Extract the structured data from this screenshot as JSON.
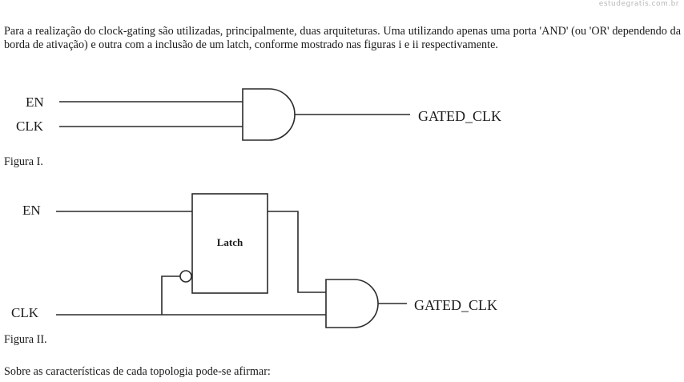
{
  "watermark": "estudegratis.com.br",
  "intro_text": "Para a realização do clock-gating são utilizadas, principalmente, duas arquiteturas. Uma utilizando apenas uma porta 'AND' (ou 'OR' dependendo da borda de ativação) e outra com a inclusão de um latch, conforme mostrado nas figuras i e ii respectivamente.",
  "figure1": {
    "label_en": "EN",
    "label_clk": "CLK",
    "label_out": "GATED_CLK",
    "caption": "Figura I."
  },
  "figure2": {
    "label_en": "EN",
    "label_clk": "CLK",
    "label_latch": "Latch",
    "label_out": "GATED_CLK",
    "caption": "Figura II."
  },
  "question_text": "Sobre as características de cada topologia pode-se afirmar:"
}
